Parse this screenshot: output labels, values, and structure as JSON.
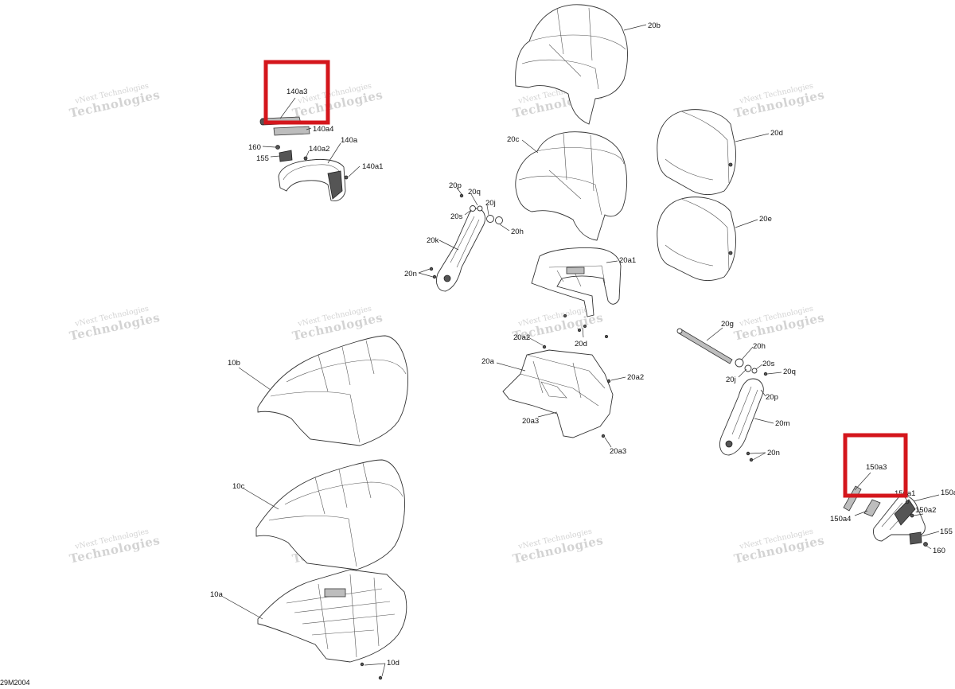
{
  "figure_id": "29M2004",
  "watermark": {
    "line1": "vNext Technologies",
    "line2": "Technologies"
  },
  "highlight_color": "#d4161c",
  "callouts": {
    "c140a3": "140a3",
    "c140a4": "140a4",
    "c140a2": "140a2",
    "c140a": "140a",
    "c140a1": "140a1",
    "c160_l": "160",
    "c155_l": "155",
    "c20b": "20b",
    "c20c": "20c",
    "c20d": "20d",
    "c20e": "20e",
    "c20a1": "20a1",
    "c20p_l": "20p",
    "c20q_l": "20q",
    "c20j_l": "20j",
    "c20s_l": "20s",
    "c20h_l": "20h",
    "c20k": "20k",
    "c20n_l": "20n",
    "c20g": "20g",
    "c20h_r": "20h",
    "c20s_r": "20s",
    "c20q_r": "20q",
    "c20j_r": "20j",
    "c20p_r": "20p",
    "c20m": "20m",
    "c20n_r": "20n",
    "c20a2_top": "20a2",
    "c20d_mid": "20d",
    "c20a": "20a",
    "c20a2": "20a2",
    "c20a3": "20a3",
    "c20a3_b": "20a3",
    "c10b": "10b",
    "c10c": "10c",
    "c10a": "10a",
    "c10d": "10d",
    "c150a3": "150a3",
    "c150a1": "150a1",
    "c150a": "150a",
    "c150a2": "150a2",
    "c150a4": "150a4",
    "c155_r": "155",
    "c160_r": "160"
  }
}
